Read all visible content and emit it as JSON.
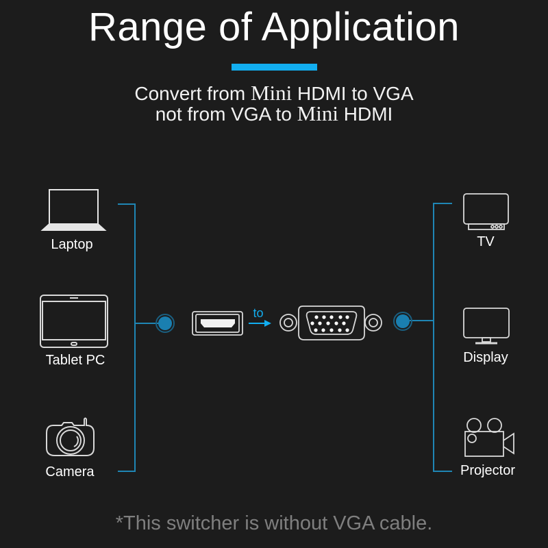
{
  "header": {
    "title": "Range of Application",
    "accent_color": "#12aef0"
  },
  "subtitle": {
    "line1": {
      "before": "Convert from ",
      "mini": "Mini",
      "after": " HDMI to VGA"
    },
    "line2": {
      "before": "not from VGA to ",
      "mini": "Mini",
      "after": " HDMI"
    }
  },
  "sources": [
    {
      "label": "Laptop",
      "icon": "laptop-icon"
    },
    {
      "label": "Tablet PC",
      "icon": "tablet-icon"
    },
    {
      "label": "Camera",
      "icon": "camera-icon"
    }
  ],
  "adapter": {
    "input_icon": "mini-hdmi-port-icon",
    "arrow_label": "to",
    "output_icon": "vga-port-icon"
  },
  "outputs": [
    {
      "label": "TV",
      "icon": "tv-icon"
    },
    {
      "label": "Display",
      "icon": "display-icon"
    },
    {
      "label": "Projector",
      "icon": "projector-icon"
    }
  ],
  "footnote": "*This switcher is without VGA cable.",
  "colors": {
    "background": "#1c1c1c",
    "line": "#1f86b5",
    "node": "#1a7fb0",
    "icon_stroke": "#d9d9d9",
    "footnote": "#7f7f7f"
  }
}
